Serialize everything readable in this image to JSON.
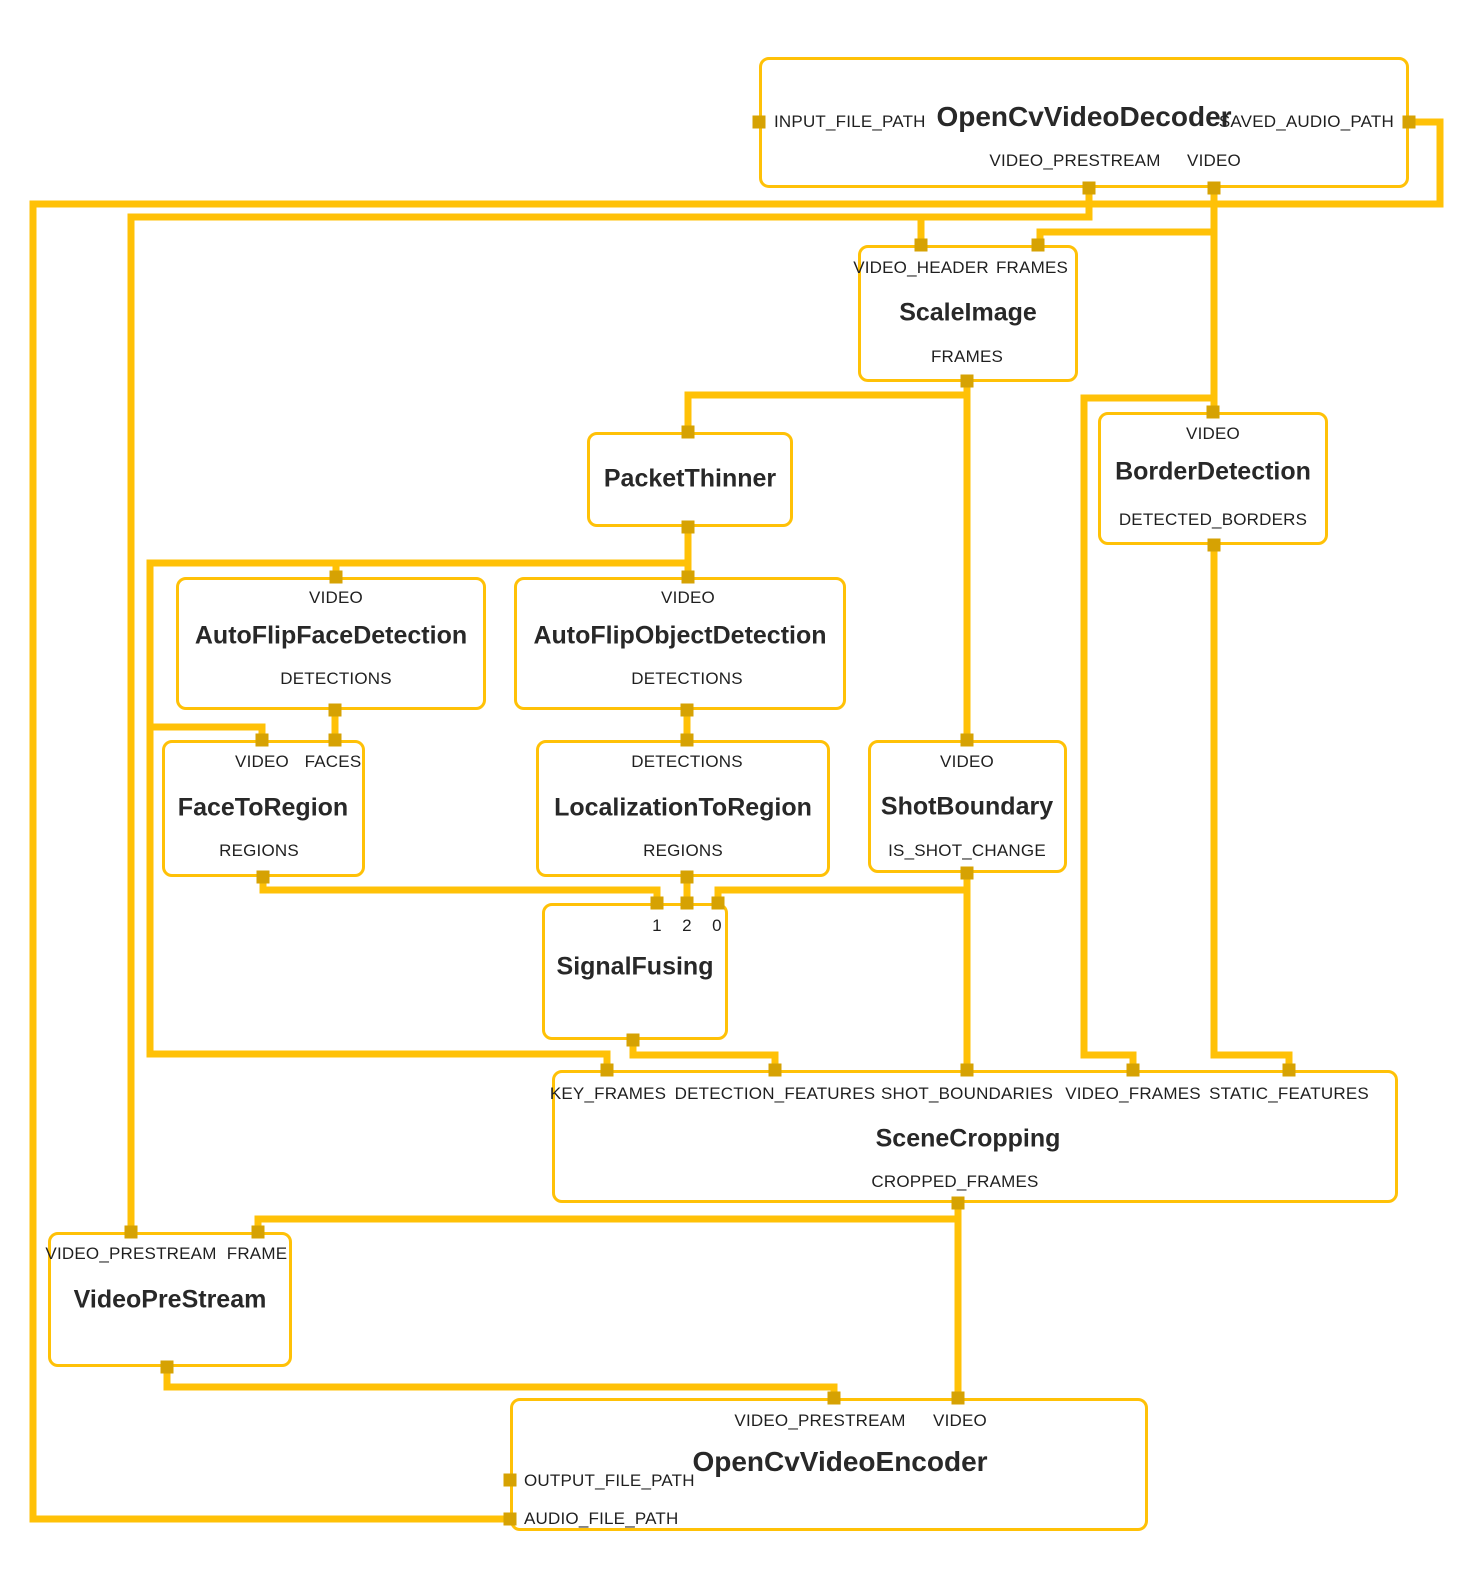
{
  "colors": {
    "edge": "#FFC107",
    "port": "#D6A203",
    "node_border": "#FFC107",
    "node_background": "#FFFFFF",
    "text": "#1F1F1F"
  },
  "nodes": {
    "decoder": {
      "title": "OpenCvVideoDecoder",
      "side_in": "INPUT_FILE_PATH",
      "side_out": "SAVED_AUDIO_PATH",
      "out": [
        "VIDEO_PRESTREAM",
        "VIDEO"
      ]
    },
    "scale_image": {
      "title": "ScaleImage",
      "in": [
        "VIDEO_HEADER",
        "FRAMES"
      ],
      "out": [
        "FRAMES"
      ]
    },
    "packet_thinner": {
      "title": "PacketThinner"
    },
    "border_detection": {
      "title": "BorderDetection",
      "in": [
        "VIDEO"
      ],
      "out": [
        "DETECTED_BORDERS"
      ]
    },
    "face_detection": {
      "title": "AutoFlipFaceDetection",
      "in": [
        "VIDEO"
      ],
      "out": [
        "DETECTIONS"
      ]
    },
    "object_detection": {
      "title": "AutoFlipObjectDetection",
      "in": [
        "VIDEO"
      ],
      "out": [
        "DETECTIONS"
      ]
    },
    "face_to_region": {
      "title": "FaceToRegion",
      "in": [
        "VIDEO",
        "FACES"
      ],
      "out": [
        "REGIONS"
      ]
    },
    "localization_to_region": {
      "title": "LocalizationToRegion",
      "in": [
        "DETECTIONS"
      ],
      "out": [
        "REGIONS"
      ]
    },
    "shot_boundary": {
      "title": "ShotBoundary",
      "in": [
        "VIDEO"
      ],
      "out": [
        "IS_SHOT_CHANGE"
      ]
    },
    "signal_fusing": {
      "title": "SignalFusing",
      "in": [
        "1",
        "2",
        "0"
      ]
    },
    "scene_cropping": {
      "title": "SceneCropping",
      "in": [
        "KEY_FRAMES",
        "DETECTION_FEATURES",
        "SHOT_BOUNDARIES",
        "VIDEO_FRAMES",
        "STATIC_FEATURES"
      ],
      "out": [
        "CROPPED_FRAMES"
      ]
    },
    "video_pre_stream": {
      "title": "VideoPreStream",
      "in": [
        "VIDEO_PRESTREAM",
        "FRAME"
      ]
    },
    "encoder": {
      "title": "OpenCvVideoEncoder",
      "in": [
        "VIDEO_PRESTREAM",
        "VIDEO"
      ],
      "side_in": [
        "OUTPUT_FILE_PATH",
        "AUDIO_FILE_PATH"
      ]
    }
  }
}
